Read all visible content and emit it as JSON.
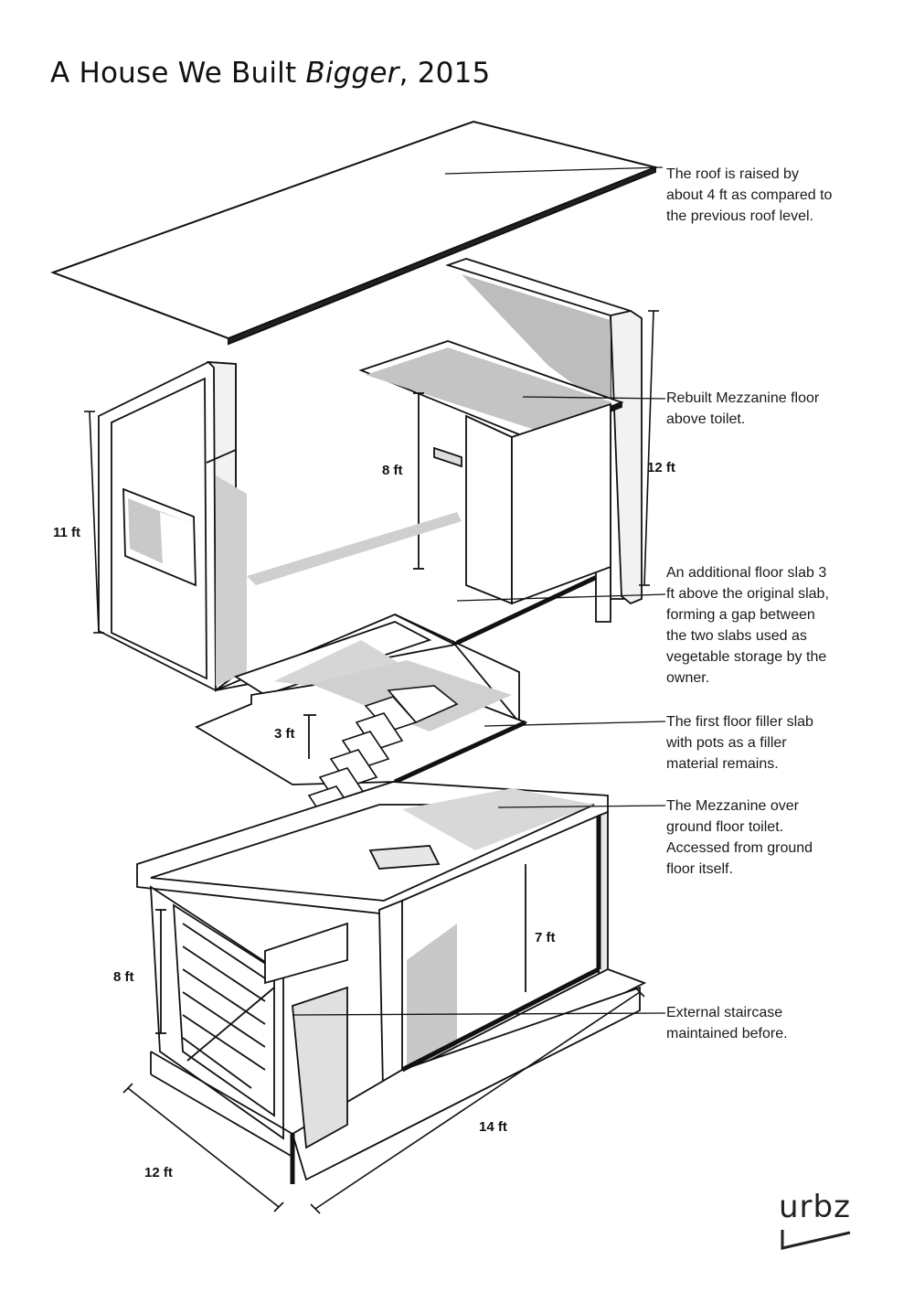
{
  "title": {
    "main": "A House We Built ",
    "italic": "Bigger",
    "end": ", 2015"
  },
  "annotations": [
    {
      "id": "roof",
      "lines": [
        "The roof is raised by",
        "about 4 ft as compared to",
        "the previous roof level."
      ]
    },
    {
      "id": "mezzanine-rebuilt",
      "lines": [
        "Rebuilt Mezzanine floor",
        "above toilet."
      ]
    },
    {
      "id": "additional-slab",
      "lines": [
        "An additional floor slab 3",
        "ft above the original slab,",
        "forming a gap between",
        "the two slabs used as",
        "vegetable storage by the",
        "owner."
      ]
    },
    {
      "id": "filler-slab",
      "lines": [
        "The first floor filler slab",
        "with pots as a filler",
        "material remains."
      ]
    },
    {
      "id": "mezzanine-ground",
      "lines": [
        "The Mezzanine over",
        "ground floor toilet.",
        "Accessed from ground",
        "floor itself."
      ]
    },
    {
      "id": "external-staircase",
      "lines": [
        "External staircase",
        "maintained before."
      ]
    }
  ],
  "dimensions": {
    "upper_left_height": "11 ft",
    "mezzanine_height": "8 ft",
    "upper_right_height": "12 ft",
    "slab_gap": "3 ft",
    "ground_height": "8 ft",
    "toilet_height": "7 ft",
    "width": "12 ft",
    "length": "14 ft"
  },
  "logo": {
    "text": "urbz",
    "icon": "checkmark-icon"
  }
}
